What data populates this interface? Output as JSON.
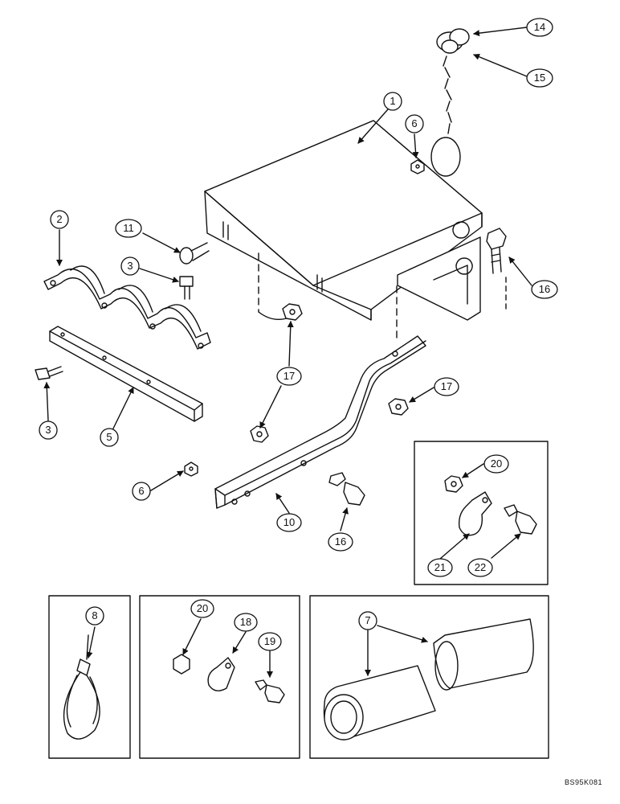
{
  "callouts": {
    "c1": "1",
    "c2": "2",
    "c3a": "3",
    "c3b": "3",
    "c5": "5",
    "c6a": "6",
    "c6b": "6",
    "c7": "7",
    "c8": "8",
    "c10": "10",
    "c11": "11",
    "c14": "14",
    "c15": "15",
    "c16a": "16",
    "c16b": "16",
    "c17a": "17",
    "c17b": "17",
    "c18": "18",
    "c19": "19",
    "c20a": "20",
    "c20b": "20",
    "c21": "21",
    "c22": "22"
  },
  "reference_code": "BS95K081"
}
